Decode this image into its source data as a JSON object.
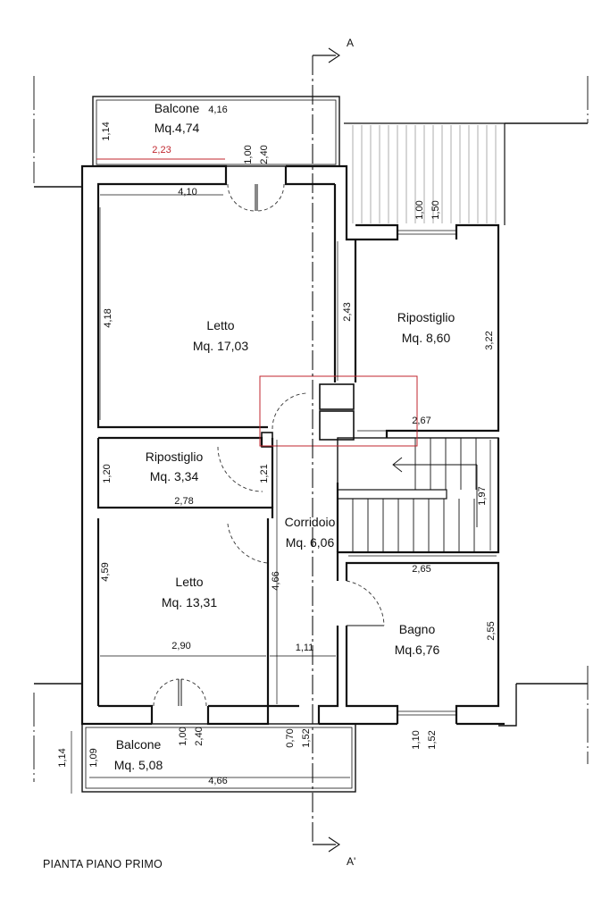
{
  "title": "PIANTA PIANO PRIMO",
  "section_marks": {
    "top": "A",
    "bottom": "A'"
  },
  "rooms": [
    {
      "id": "balcone-nord",
      "name": "Balcone",
      "area": "Mq.4,74"
    },
    {
      "id": "letto-1",
      "name": "Letto",
      "area": "Mq. 17,03"
    },
    {
      "id": "ripostiglio-1",
      "name": "Ripostiglio",
      "area": "Mq. 8,60"
    },
    {
      "id": "ripostiglio-2",
      "name": "Ripostiglio",
      "area": "Mq. 3,34"
    },
    {
      "id": "corridoio",
      "name": "Corridoio",
      "area": "Mq. 6,06"
    },
    {
      "id": "letto-2",
      "name": "Letto",
      "area": "Mq. 13,31"
    },
    {
      "id": "bagno",
      "name": "Bagno",
      "area": "Mq.6,76"
    },
    {
      "id": "balcone-sud",
      "name": "Balcone",
      "area": "Mq. 5,08"
    }
  ],
  "dimensions": {
    "balcone_nord_length": "4,16",
    "balcone_nord_depth": "1,14",
    "balcone_nord_red": "2,23",
    "window_n_w": "1,00",
    "window_n_h": "2,40",
    "letto1_width": "4,10",
    "letto1_depth": "4,18",
    "window_ne_w": "1,00",
    "window_ne_h": "1,50",
    "rip1_depth_left": "2,43",
    "rip1_depth_right": "3,22",
    "rip1_width": "2,67",
    "rip2_depth": "1,20",
    "rip2_door": "1,21",
    "rip2_width": "2,78",
    "stair_len": "1,97",
    "corr_depth": "4,66",
    "corr_width": "1,11",
    "letto2_depth": "4,59",
    "letto2_width": "2,90",
    "bagno_width": "2,65",
    "bagno_depth": "2,55",
    "window_s_w": "1,00",
    "window_s_h": "2,40",
    "door_s_w": "0,70",
    "door_s_h": "1,52",
    "window_se_w": "1,10",
    "window_se_h": "1,52",
    "balcone_sud_depth_outer": "1,14",
    "balcone_sud_depth_inner": "1,09",
    "balcone_sud_length": "4,66"
  },
  "colors": {
    "wall": "#111111",
    "accent_red": "#c0262e"
  }
}
